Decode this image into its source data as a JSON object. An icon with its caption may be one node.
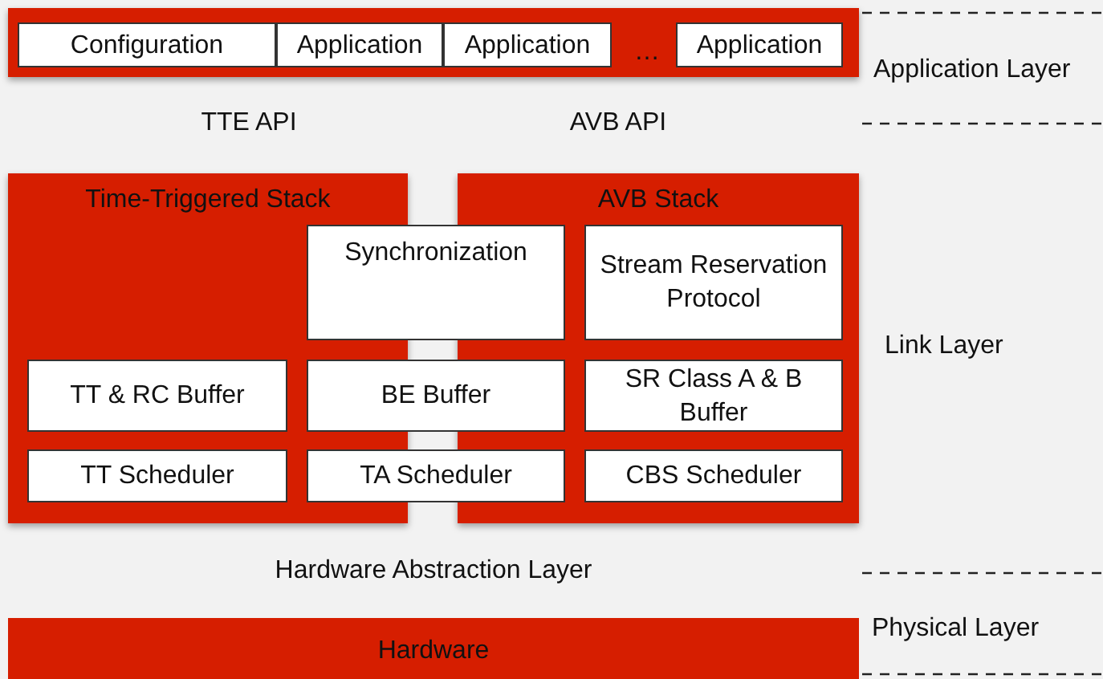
{
  "diagram": {
    "nodes": [
      {
        "text": [],
        "shape": "box"
      },
      {
        "text": [
          "Configuration"
        ],
        "in": 0
      },
      {
        "text": [
          "Application"
        ],
        "in": 0
      },
      {
        "text": [
          "Application"
        ],
        "in": 0
      },
      {
        "text": [
          "Application"
        ],
        "in": 0
      },
      {
        "text": [
          "Time-Triggered Stack"
        ]
      },
      {
        "text": [
          "AVB Stack"
        ]
      },
      {
        "text": [
          "Synchronization"
        ]
      },
      {
        "text": [
          "Stream Reservation Protocol"
        ],
        "in": 6
      },
      {
        "text": [
          "TT & RC Buffer"
        ],
        "in": 5
      },
      {
        "text": [
          "BE Buffer"
        ]
      },
      {
        "text": [
          "SR Class A & B Buffer"
        ],
        "in": 6
      },
      {
        "text": [
          "TT Scheduler"
        ],
        "in": 5
      },
      {
        "text": [
          "TA Scheduler"
        ]
      },
      {
        "text": [
          "CBS Scheduler"
        ],
        "in": 6
      },
      {
        "text": [
          "Hardware"
        ]
      }
    ],
    "edges": [],
    "labels": [
      "…",
      "TTE API",
      "AVB API",
      "Application Layer",
      "Link Layer",
      "Hardware Abstraction Layer",
      "Physical Layer"
    ]
  }
}
